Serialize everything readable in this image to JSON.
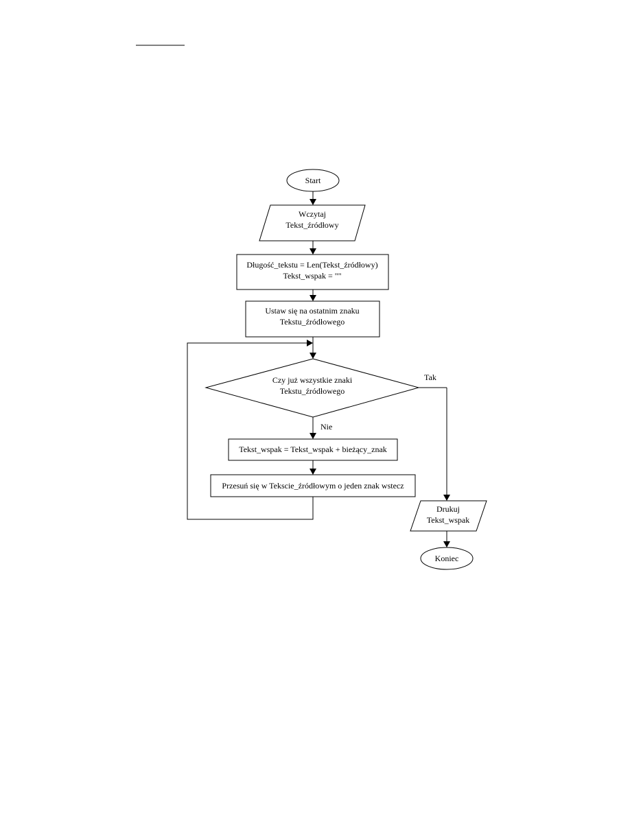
{
  "flowchart": {
    "start": "Start",
    "input": {
      "line1": "Wczytaj",
      "line2": "Tekst_źródłowy"
    },
    "init": {
      "line1": "Długość_tekstu = Len(Tekst_źródłowy)",
      "line2": "Tekst_wspak = \"\""
    },
    "position": {
      "line1": "Ustaw się na ostatnim znaku",
      "line2": "Tekstu_źródłowego"
    },
    "decision": {
      "line1": "Czy już wszystkie znaki",
      "line2": "Tekstu_źródłowego"
    },
    "yes_label": "Tak",
    "no_label": "Nie",
    "append": "Tekst_wspak = Tekst_wspak + bieżący_znak",
    "move_back": "Przesuń się w Tekscie_źródłowym o jeden znak wstecz",
    "output": {
      "line1": "Drukuj",
      "line2": "Tekst_wspak"
    },
    "end": "Koniec"
  }
}
